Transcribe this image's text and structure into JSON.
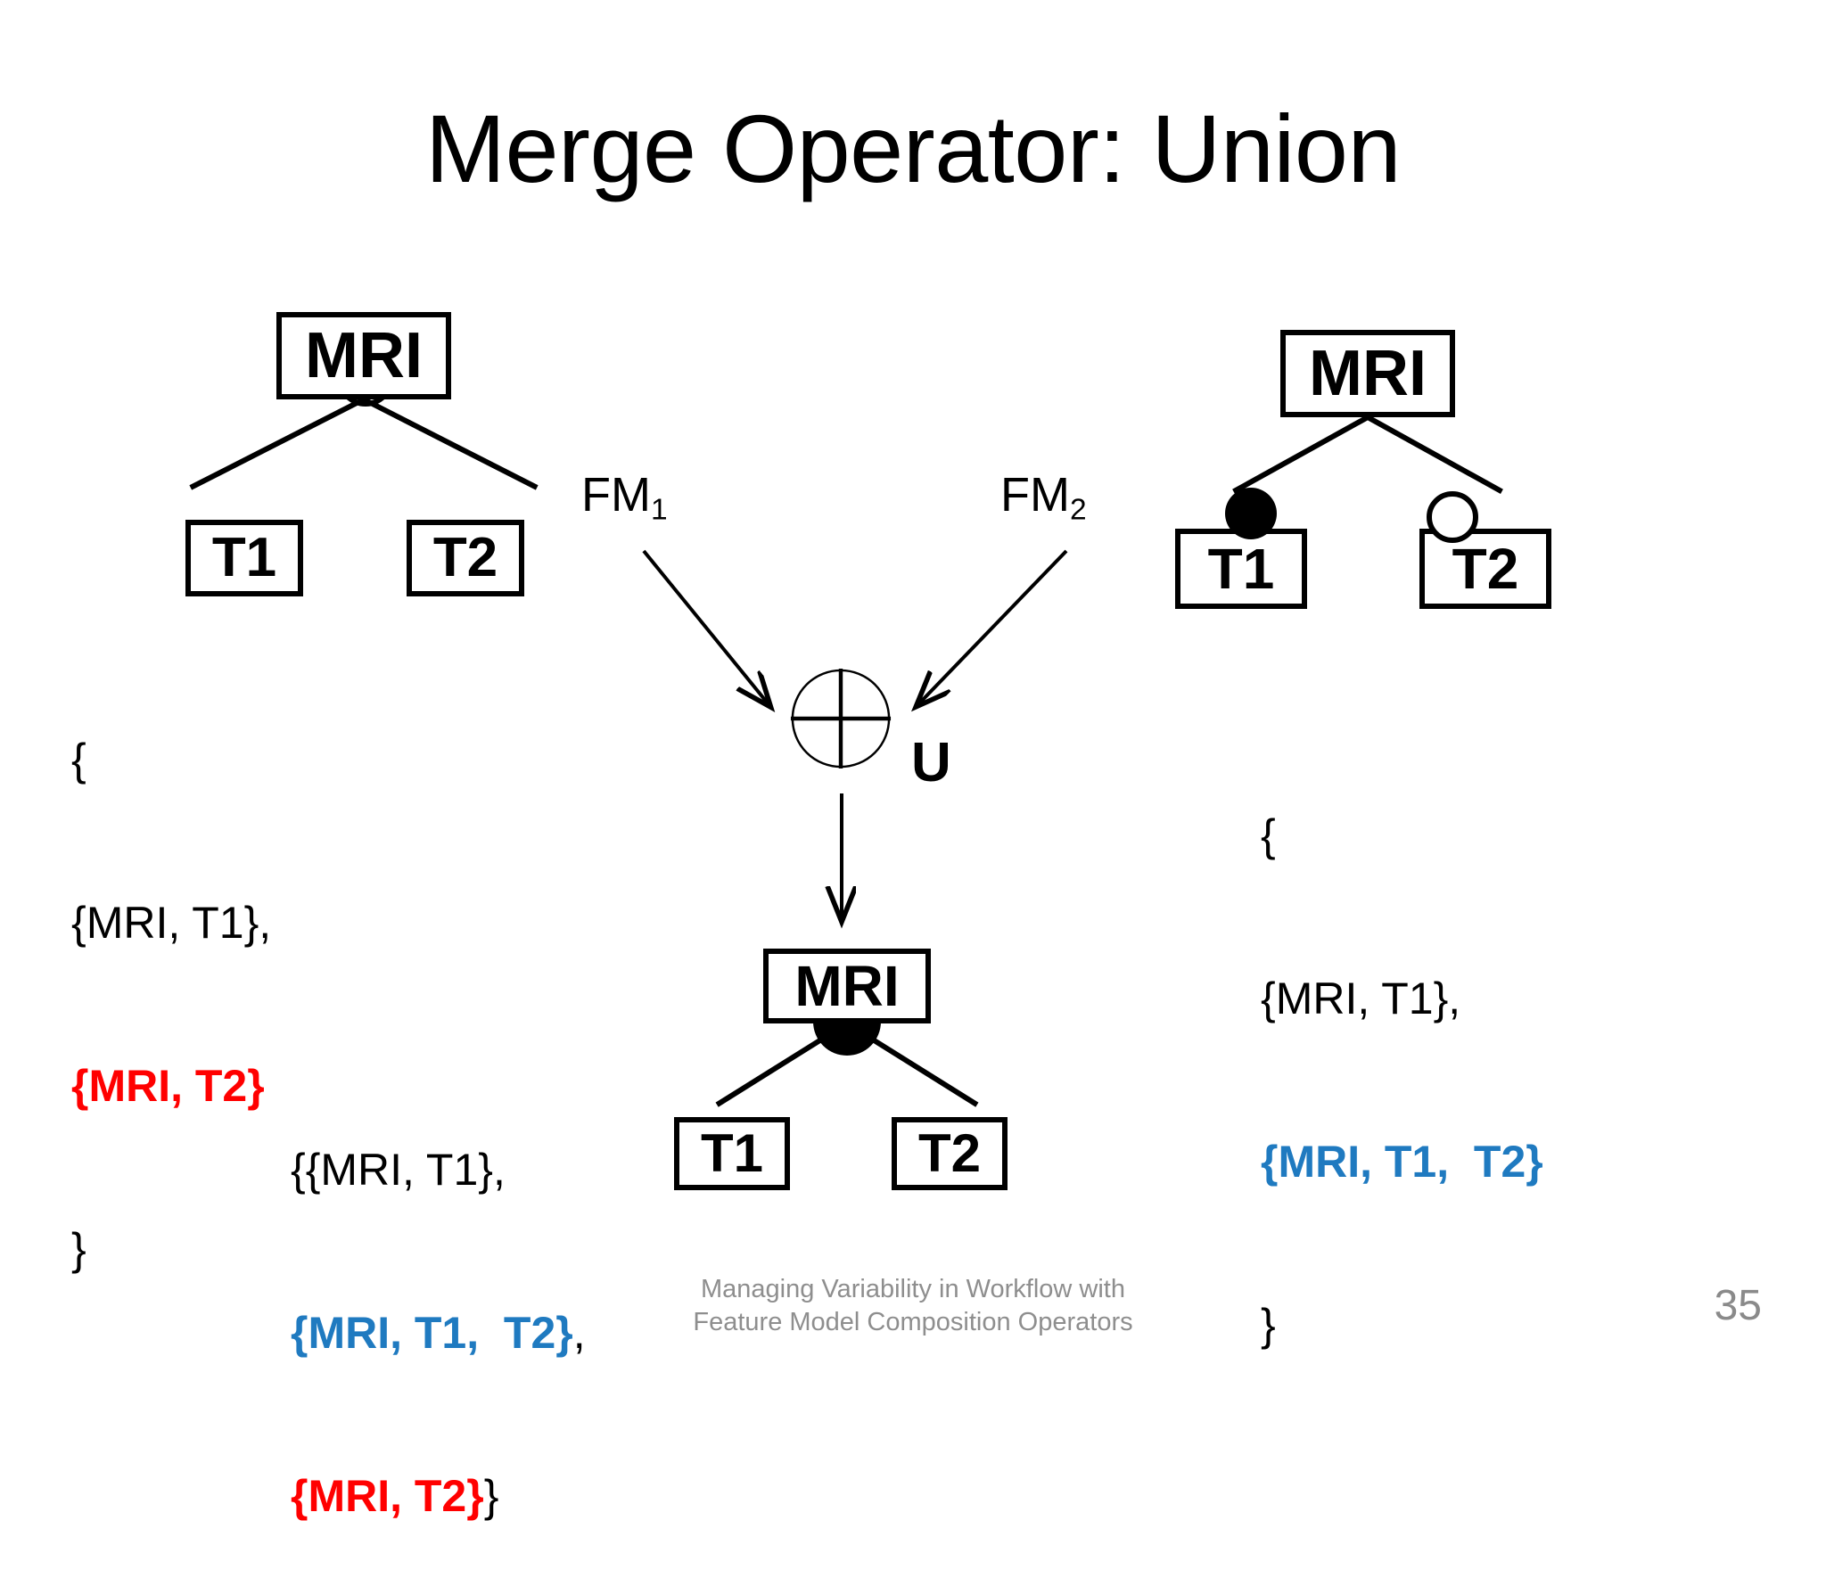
{
  "slide": {
    "title": "Merge Operator: Union",
    "page_number": "35",
    "footer": {
      "line1": "Managing Variability in Workflow with",
      "line2": "Feature Model Composition Operators"
    }
  },
  "colors": {
    "black": "#000000",
    "red": "#FF0000",
    "blue": "#1F7AC0",
    "footer_gray": "#8e8e8e"
  },
  "input_models": [
    {
      "id": "fm1",
      "label": "FM",
      "subscript": "1",
      "root": "MRI",
      "children": [
        "T1",
        "T2"
      ],
      "group_type": "alternative-arc-hollow",
      "child_decorations": [
        "none",
        "none"
      ],
      "set_lines": [
        {
          "text": "{",
          "style": "plain"
        },
        {
          "text": "{MRI, T1},",
          "style": "plain"
        },
        {
          "text": "{MRI, T2}",
          "style": "red"
        },
        {
          "text": "}",
          "style": "plain"
        }
      ]
    },
    {
      "id": "fm2",
      "label": "FM",
      "subscript": "2",
      "root": "MRI",
      "children": [
        "T1",
        "T2"
      ],
      "group_type": "none",
      "child_decorations": [
        "mandatory-filled-dot",
        "optional-hollow-dot"
      ],
      "set_lines": [
        {
          "text": "{",
          "style": "plain"
        },
        {
          "text": "{MRI, T1},",
          "style": "plain"
        },
        {
          "text": "{MRI, T1,  T2}",
          "style": "blue"
        },
        {
          "text": "}",
          "style": "plain"
        }
      ]
    }
  ],
  "operator": {
    "symbol_name": "circled-plus-icon",
    "label": "U",
    "name": "union"
  },
  "result_model": {
    "id": "fm-result",
    "root": "MRI",
    "children": [
      "T1",
      "T2"
    ],
    "group_type": "or-arc-filled",
    "set_text_segments": [
      {
        "text": "{{MRI, T1},",
        "style": "plain"
      },
      {
        "text": "{MRI, T1,  T2}",
        "style": "blue"
      },
      {
        "text": ",",
        "style": "plain"
      },
      {
        "text": "{MRI, T2}",
        "style": "red"
      },
      {
        "text": "}",
        "style": "plain"
      }
    ]
  }
}
